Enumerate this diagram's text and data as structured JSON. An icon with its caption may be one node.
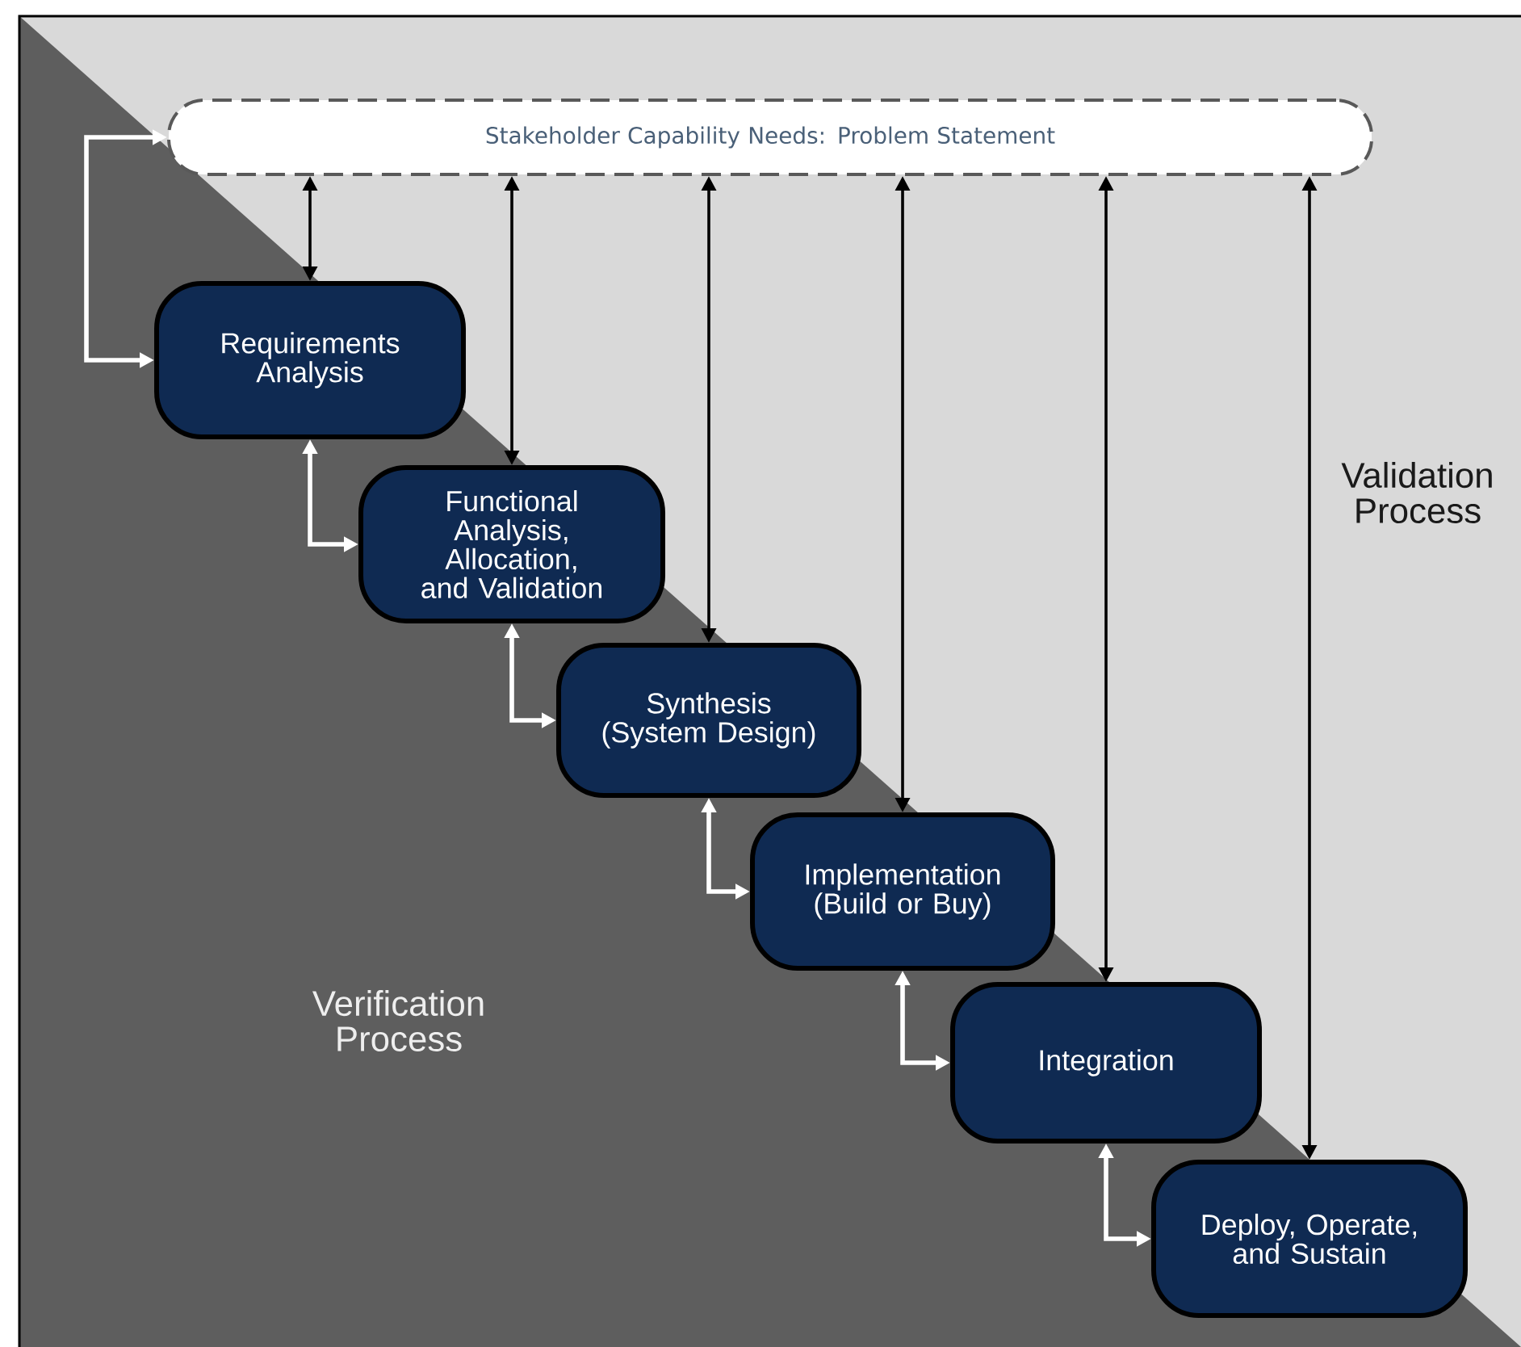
{
  "diagram": {
    "nodes": [
      {
        "text": [
          "Stakeholder Capability Needs: Problem Statement"
        ]
      },
      {
        "text": [
          "Requirements Analysis"
        ]
      },
      {
        "text": [
          "Functional Analysis, Allocation, and Validation"
        ]
      },
      {
        "text": [
          "Synthesis (System Design)"
        ]
      },
      {
        "text": [
          "Implementation (Build or Buy)"
        ]
      },
      {
        "text": [
          "Integration"
        ]
      },
      {
        "text": [
          "Deploy, Operate, and Sustain"
        ]
      }
    ],
    "edges": [
      {
        "from": 0,
        "to": 1,
        "arrow": "both"
      },
      {
        "from": 0,
        "to": 2,
        "arrow": "both"
      },
      {
        "from": 0,
        "to": 3,
        "arrow": "both"
      },
      {
        "from": 0,
        "to": 4,
        "arrow": "both"
      },
      {
        "from": 0,
        "to": 5,
        "arrow": "both"
      },
      {
        "from": 0,
        "to": 6,
        "arrow": "both"
      },
      {
        "from": 1,
        "to": 0,
        "arrow": "both",
        "color": "#ffffff"
      },
      {
        "from": 1,
        "to": 2,
        "arrow": "both",
        "color": "#ffffff"
      },
      {
        "from": 2,
        "to": 3,
        "arrow": "both",
        "color": "#ffffff"
      },
      {
        "from": 3,
        "to": 4,
        "arrow": "both",
        "color": "#ffffff"
      },
      {
        "from": 4,
        "to": 5,
        "arrow": "both",
        "color": "#ffffff"
      },
      {
        "from": 5,
        "to": 6,
        "arrow": "both",
        "color": "#ffffff"
      }
    ],
    "labels": [
      "Validation Process",
      "Verification Process"
    ]
  }
}
